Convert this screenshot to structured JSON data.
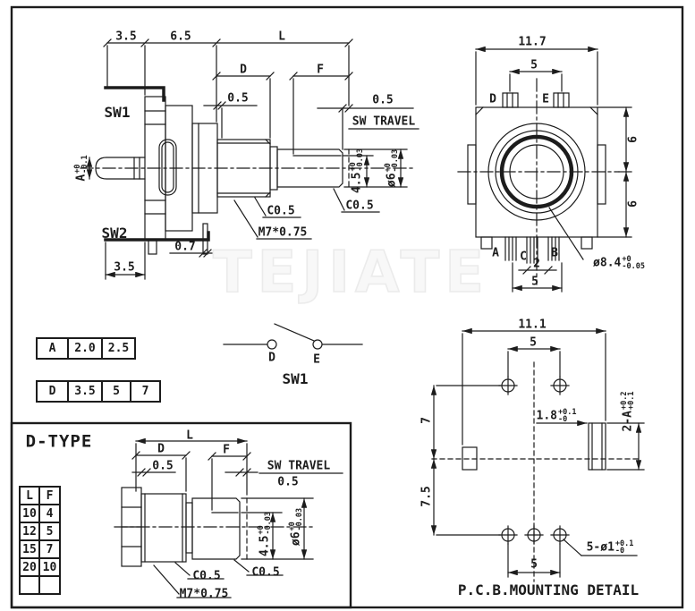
{
  "watermark": "TEJIATE",
  "side_view": {
    "sw1": "SW1",
    "sw2": "SW2",
    "dim_3_5_top": "3.5",
    "dim_6_5": "6.5",
    "dim_L": "L",
    "dim_D": "D",
    "dim_F": "F",
    "dim_0_5_step": "0.5",
    "sw_travel_value": "0.5",
    "sw_travel_label": "SW TRAVEL",
    "dim_A": {
      "base": "A",
      "up": "+0",
      "dn": "-0.1"
    },
    "dim_4_5": {
      "base": "4.5",
      "up": "+0",
      "dn": "-0.03"
    },
    "dim_dia6": {
      "base": "ø6",
      "up": "+0",
      "dn": "-0.03"
    },
    "chamfer_bushing": "C0.5",
    "chamfer_shaft": "C0.5",
    "thread": "M7*0.75",
    "dim_0_7": "0.7",
    "dim_3_5_bottom": "3.5"
  },
  "front_view": {
    "dim_11_7": "11.7",
    "dim_5_top": "5",
    "term_d": "D",
    "term_e": "E",
    "dim_6_upper": "6",
    "dim_6_lower": "6",
    "term_a": "A",
    "term_c": "C",
    "term_b": "B",
    "dim_2": "2",
    "dim_5_bottom": "5",
    "dia_8_4": {
      "base": "ø8.4",
      "up": "+0",
      "dn": "-0.05"
    }
  },
  "table_a": {
    "rows": [
      [
        "A",
        "2.0",
        "2.5"
      ]
    ]
  },
  "table_d": {
    "rows": [
      [
        "D",
        "3.5",
        "5",
        "7"
      ]
    ]
  },
  "sw1_schematic": {
    "term_d": "D",
    "term_e": "E",
    "label": "SW1"
  },
  "d_type": {
    "title": "D-TYPE",
    "table": {
      "header": [
        "L",
        "F"
      ],
      "rows": [
        [
          "10",
          "4"
        ],
        [
          "12",
          "5"
        ],
        [
          "15",
          "7"
        ],
        [
          "20",
          "10"
        ],
        [
          "",
          ""
        ]
      ]
    },
    "dim_L": "L",
    "dim_D": "D",
    "dim_F": "F",
    "dim_0_5_step": "0.5",
    "sw_travel_label": "SW TRAVEL",
    "sw_travel_value": "0.5",
    "dim_4_5": {
      "base": "4.5",
      "up": "+0",
      "dn": "-0.03"
    },
    "dim_dia6": {
      "base": "ø6",
      "up": "+0",
      "dn": "-0.03"
    },
    "chamfer_bushing": "C0.5",
    "chamfer_shaft": "C0.5",
    "thread": "M7*0.75"
  },
  "pcb_detail": {
    "title": "P.C.B.MOUNTING DETAIL",
    "dim_11_1": "11.1",
    "dim_5_top": "5",
    "dim_7": "7",
    "dim_7_5": "7.5",
    "dim_1_8": {
      "base": "1.8",
      "up": "+0.1",
      "dn": "-0"
    },
    "dim_2_a": {
      "base": "2-A",
      "up": "+0.2",
      "dn": "+0.1"
    },
    "dim_5_bottom": "5",
    "holes": {
      "base": "5-ø1",
      "up": "+0.1",
      "dn": "-0"
    }
  }
}
